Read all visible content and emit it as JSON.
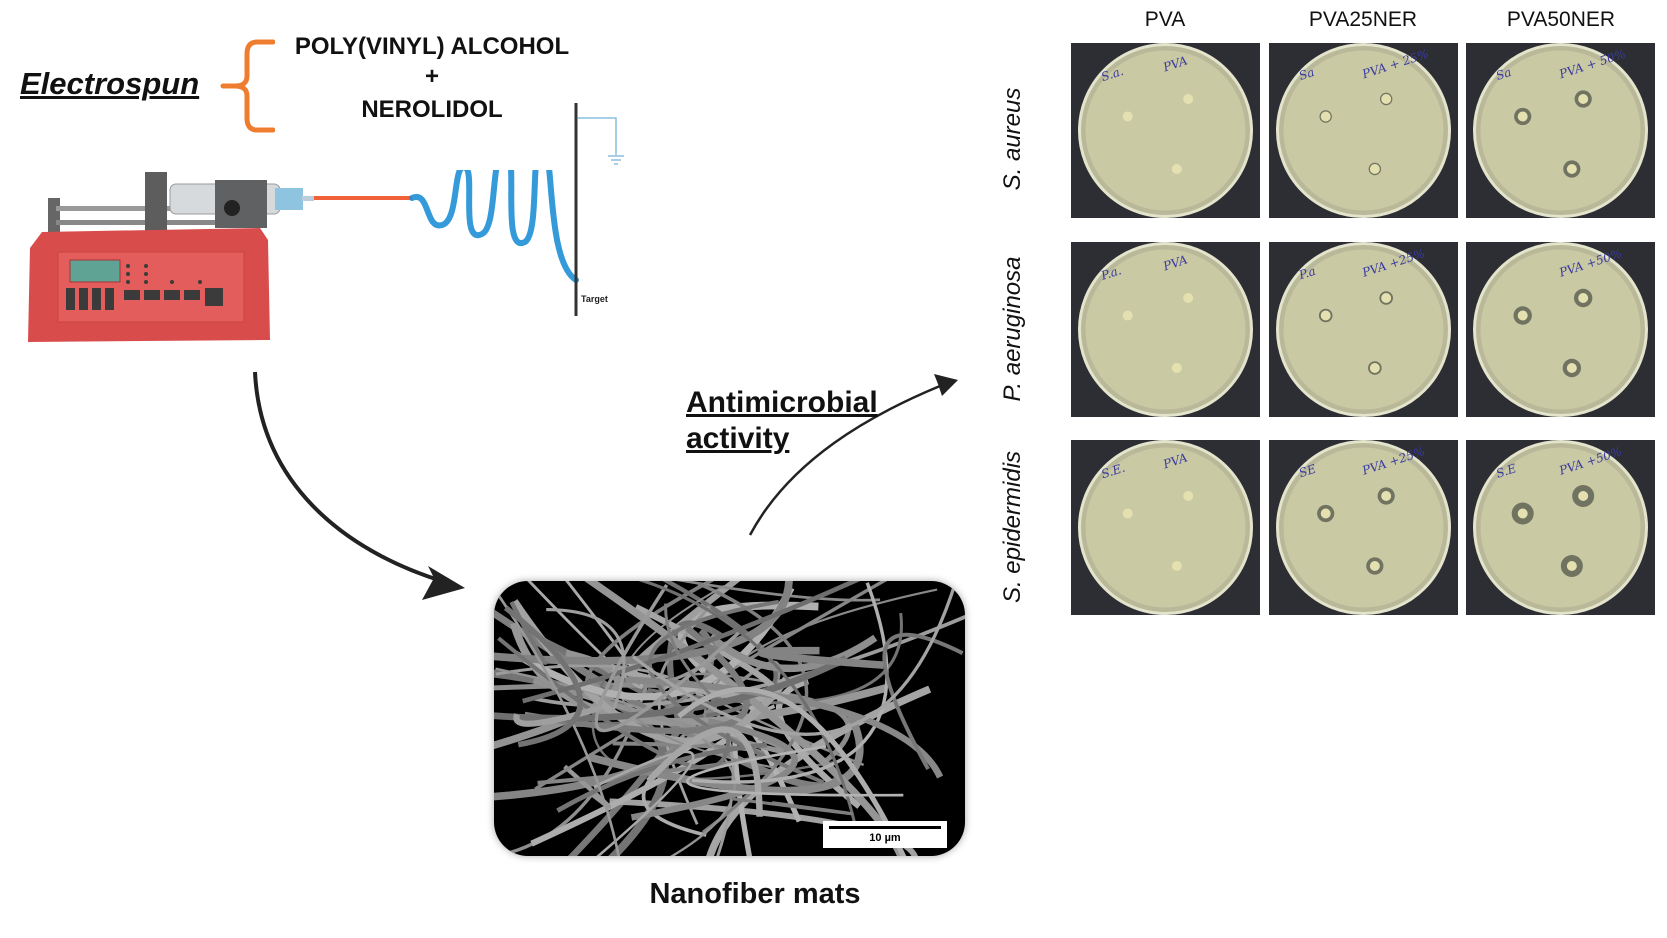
{
  "process": {
    "method_label": "Electrospun",
    "polymer": "POLY(VINYL) ALCOHOL",
    "plus": "+",
    "additive": "NEROLIDOL",
    "target_label": "Target"
  },
  "result": {
    "activity_line1": "Antimicrobial",
    "activity_line2": "activity",
    "mat_label": "Nanofiber mats",
    "scale_bar": "10 µm"
  },
  "colors": {
    "brace": "#ef7d2f",
    "pump_body": "#d94c4c",
    "jet": "#f0613a",
    "spiral": "#1e8fd6",
    "agar": "#c9c9a4"
  },
  "grid": {
    "columns": [
      "PVA",
      "PVA25NER",
      "PVA50NER"
    ],
    "rows": [
      "S. aureus",
      "P. aeruginosa",
      "S. epidermidis"
    ],
    "plates": [
      [
        {
          "labels": [
            "S.a.",
            "PVA"
          ],
          "halo": 0
        },
        {
          "labels": [
            "Sa",
            "PVA + 25%"
          ],
          "halo": 0.2
        },
        {
          "labels": [
            "Sa",
            "PVA + 50%"
          ],
          "halo": 0.6
        }
      ],
      [
        {
          "labels": [
            "P.a.",
            "PVA"
          ],
          "halo": 0
        },
        {
          "labels": [
            "P.a",
            "PVA +25%"
          ],
          "halo": 0.3
        },
        {
          "labels": [
            "",
            "PVA +50%"
          ],
          "halo": 0.7
        }
      ],
      [
        {
          "labels": [
            "S.E.",
            "PVA"
          ],
          "halo": 0
        },
        {
          "labels": [
            "SE",
            "PVA +25%"
          ],
          "halo": 0.6
        },
        {
          "labels": [
            "S.E",
            "PVA +50%"
          ],
          "halo": 1
        }
      ]
    ]
  }
}
